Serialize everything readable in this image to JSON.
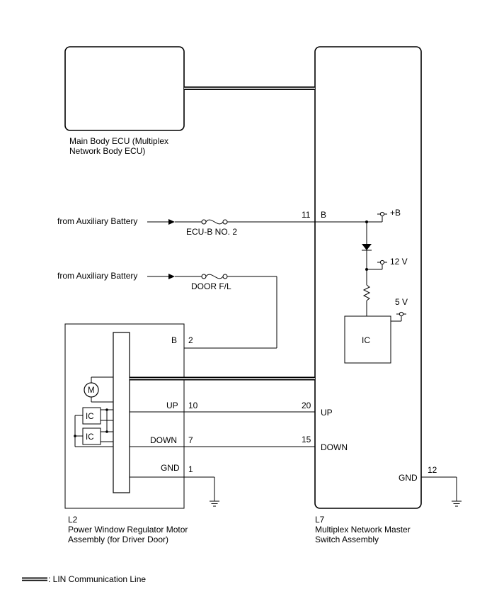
{
  "components": {
    "main_body_ecu": {
      "line1": "Main Body ECU (Multiplex",
      "line2": "Network Body ECU)"
    },
    "master_switch": {
      "code": "L7",
      "line1": "Multiplex Network Master",
      "line2": "Switch Assembly",
      "ic_label": "IC"
    },
    "regulator_motor": {
      "code": "L2",
      "line1": "Power Window Regulator Motor",
      "line2": "Assembly (for Driver Door)",
      "motor_label": "M",
      "ic1_label": "IC",
      "ic2_label": "IC"
    }
  },
  "sources": {
    "battery_1": "from Auxiliary Battery",
    "battery_2": "from Auxiliary Battery"
  },
  "fuses": {
    "fuse_1": "ECU-B NO. 2",
    "fuse_2": "DOOR F/L"
  },
  "supplies": {
    "plus_b": "+B",
    "v12": "12 V",
    "v5": "5 V"
  },
  "pins": {
    "l7_b_num": "11",
    "l7_b_name": "B",
    "l2_b_name": "B",
    "l2_b_num": "2",
    "l2_up_name": "UP",
    "l2_up_num": "10",
    "l7_up_num": "20",
    "l7_up_name": "UP",
    "l2_down_name": "DOWN",
    "l2_down_num": "7",
    "l7_down_num": "15",
    "l7_down_name": "DOWN",
    "l2_gnd_name": "GND",
    "l2_gnd_num": "1",
    "l7_gnd_name": "GND",
    "l7_gnd_num": "12"
  },
  "legend": {
    "lin_label": ": LIN Communication Line"
  }
}
